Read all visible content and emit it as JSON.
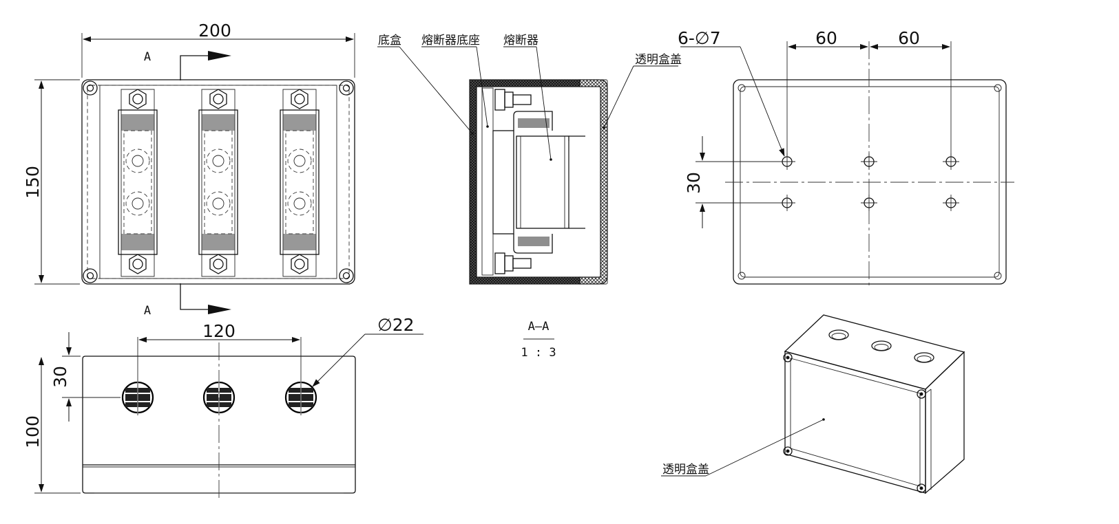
{
  "dimensions": {
    "top_width": "200",
    "top_height": "150",
    "front_spacing": "120",
    "front_hole_diameter": "∅22",
    "front_hole_height": "30",
    "front_height": "100",
    "bottom_holes": "6-∅7",
    "bottom_spacing_1": "60",
    "bottom_spacing_2": "60",
    "bottom_vertical": "30"
  },
  "section": {
    "marker": "A",
    "name": "A—A",
    "scale": "1 : 3"
  },
  "callouts": {
    "base_box": "底盒",
    "fuse_base": "熔断器底座",
    "fuse": "熔断器",
    "clear_cover": "透明盒盖",
    "clear_cover_iso": "透明盒盖"
  },
  "colors": {
    "line": "#111111",
    "background": "#ffffff"
  }
}
